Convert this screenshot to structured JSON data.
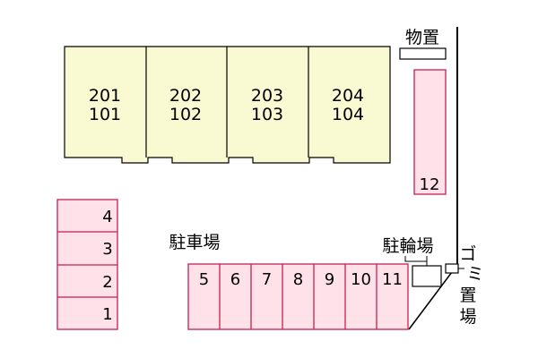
{
  "building": {
    "units": [
      {
        "upper": "201",
        "lower": "101"
      },
      {
        "upper": "202",
        "lower": "102"
      },
      {
        "upper": "203",
        "lower": "103"
      },
      {
        "upper": "204",
        "lower": "104"
      }
    ]
  },
  "storage": {
    "label": "物置"
  },
  "parking": {
    "label": "駐車場",
    "left_spaces": [
      "4",
      "3",
      "2",
      "1"
    ],
    "bottom_spaces": [
      "5",
      "6",
      "7",
      "8",
      "9",
      "10",
      "11"
    ],
    "right_space": "12"
  },
  "bicycle": {
    "label": "駐輪場"
  },
  "garbage": {
    "chars": [
      "ゴ",
      "ミ",
      "置",
      "場"
    ]
  },
  "colors": {
    "building_fill": "#fafad2",
    "parking_fill": "#ffe1ea",
    "parking_stroke": "#c81e50",
    "line": "#000000"
  }
}
